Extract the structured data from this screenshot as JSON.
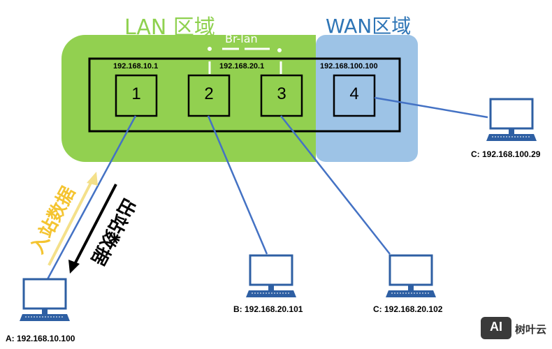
{
  "zones": {
    "lan_title": "LAN 区域",
    "wan_title": "WAN区域",
    "bridge_label": "Br-lan",
    "lan_color": "#92d050",
    "wan_color": "#9dc3e6"
  },
  "interfaces": {
    "ip_1": "192.168.10.1",
    "ip_bridge": "192.168.20.1",
    "ip_4": "192.168.100.100"
  },
  "ports": [
    "1",
    "2",
    "3",
    "4"
  ],
  "hosts": {
    "a": "A: 192.168.10.100",
    "b": "B: 192.168.20.101",
    "c1": "C: 192.168.20.102",
    "c2": "C: 192.168.100.29"
  },
  "flows": {
    "inbound": "入站数据",
    "outbound": "出站数据",
    "inbound_color": "#f4c430"
  },
  "logo": {
    "mark": "AI",
    "text": "树叶云"
  }
}
